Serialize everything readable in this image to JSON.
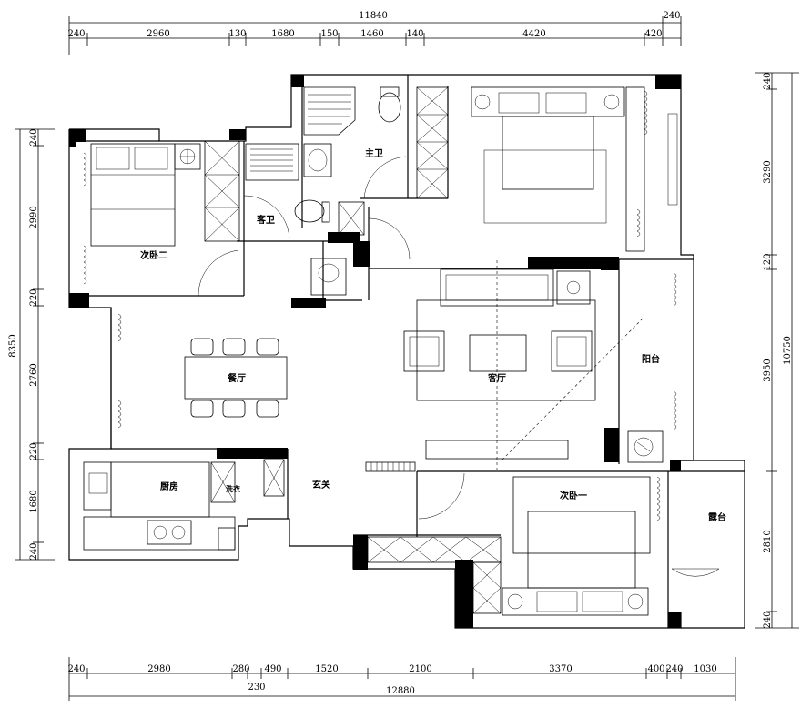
{
  "dimensions": {
    "top_total": "11840",
    "top_right_extra": "240",
    "top_segments": [
      "240",
      "2960",
      "130",
      "1680",
      "150",
      "1460",
      "140",
      "4420",
      "420",
      "240"
    ],
    "bottom_segments": [
      "240",
      "2980",
      "280",
      "490",
      "1520",
      "2100",
      "3370",
      "400",
      "240",
      "1030"
    ],
    "bottom_sub": "230",
    "bottom_total": "12880",
    "left_segments": [
      "240",
      "2990",
      "220",
      "2760",
      "220",
      "1680",
      "240"
    ],
    "left_total": "8350",
    "right_inner": [
      "240",
      "3290",
      "120",
      "3950",
      "2810",
      "240"
    ],
    "right_total": "10750"
  },
  "rooms": {
    "master_bath": "主卫",
    "guest_bath": "客卫",
    "second_bedroom_b": "次卧二",
    "dining": "餐厅",
    "living": "客厅",
    "balcony": "阳台",
    "kitchen": "厨房",
    "laundry": "洗衣",
    "entry": "玄关",
    "second_bedroom_a": "次卧一",
    "terrace": "露台"
  }
}
